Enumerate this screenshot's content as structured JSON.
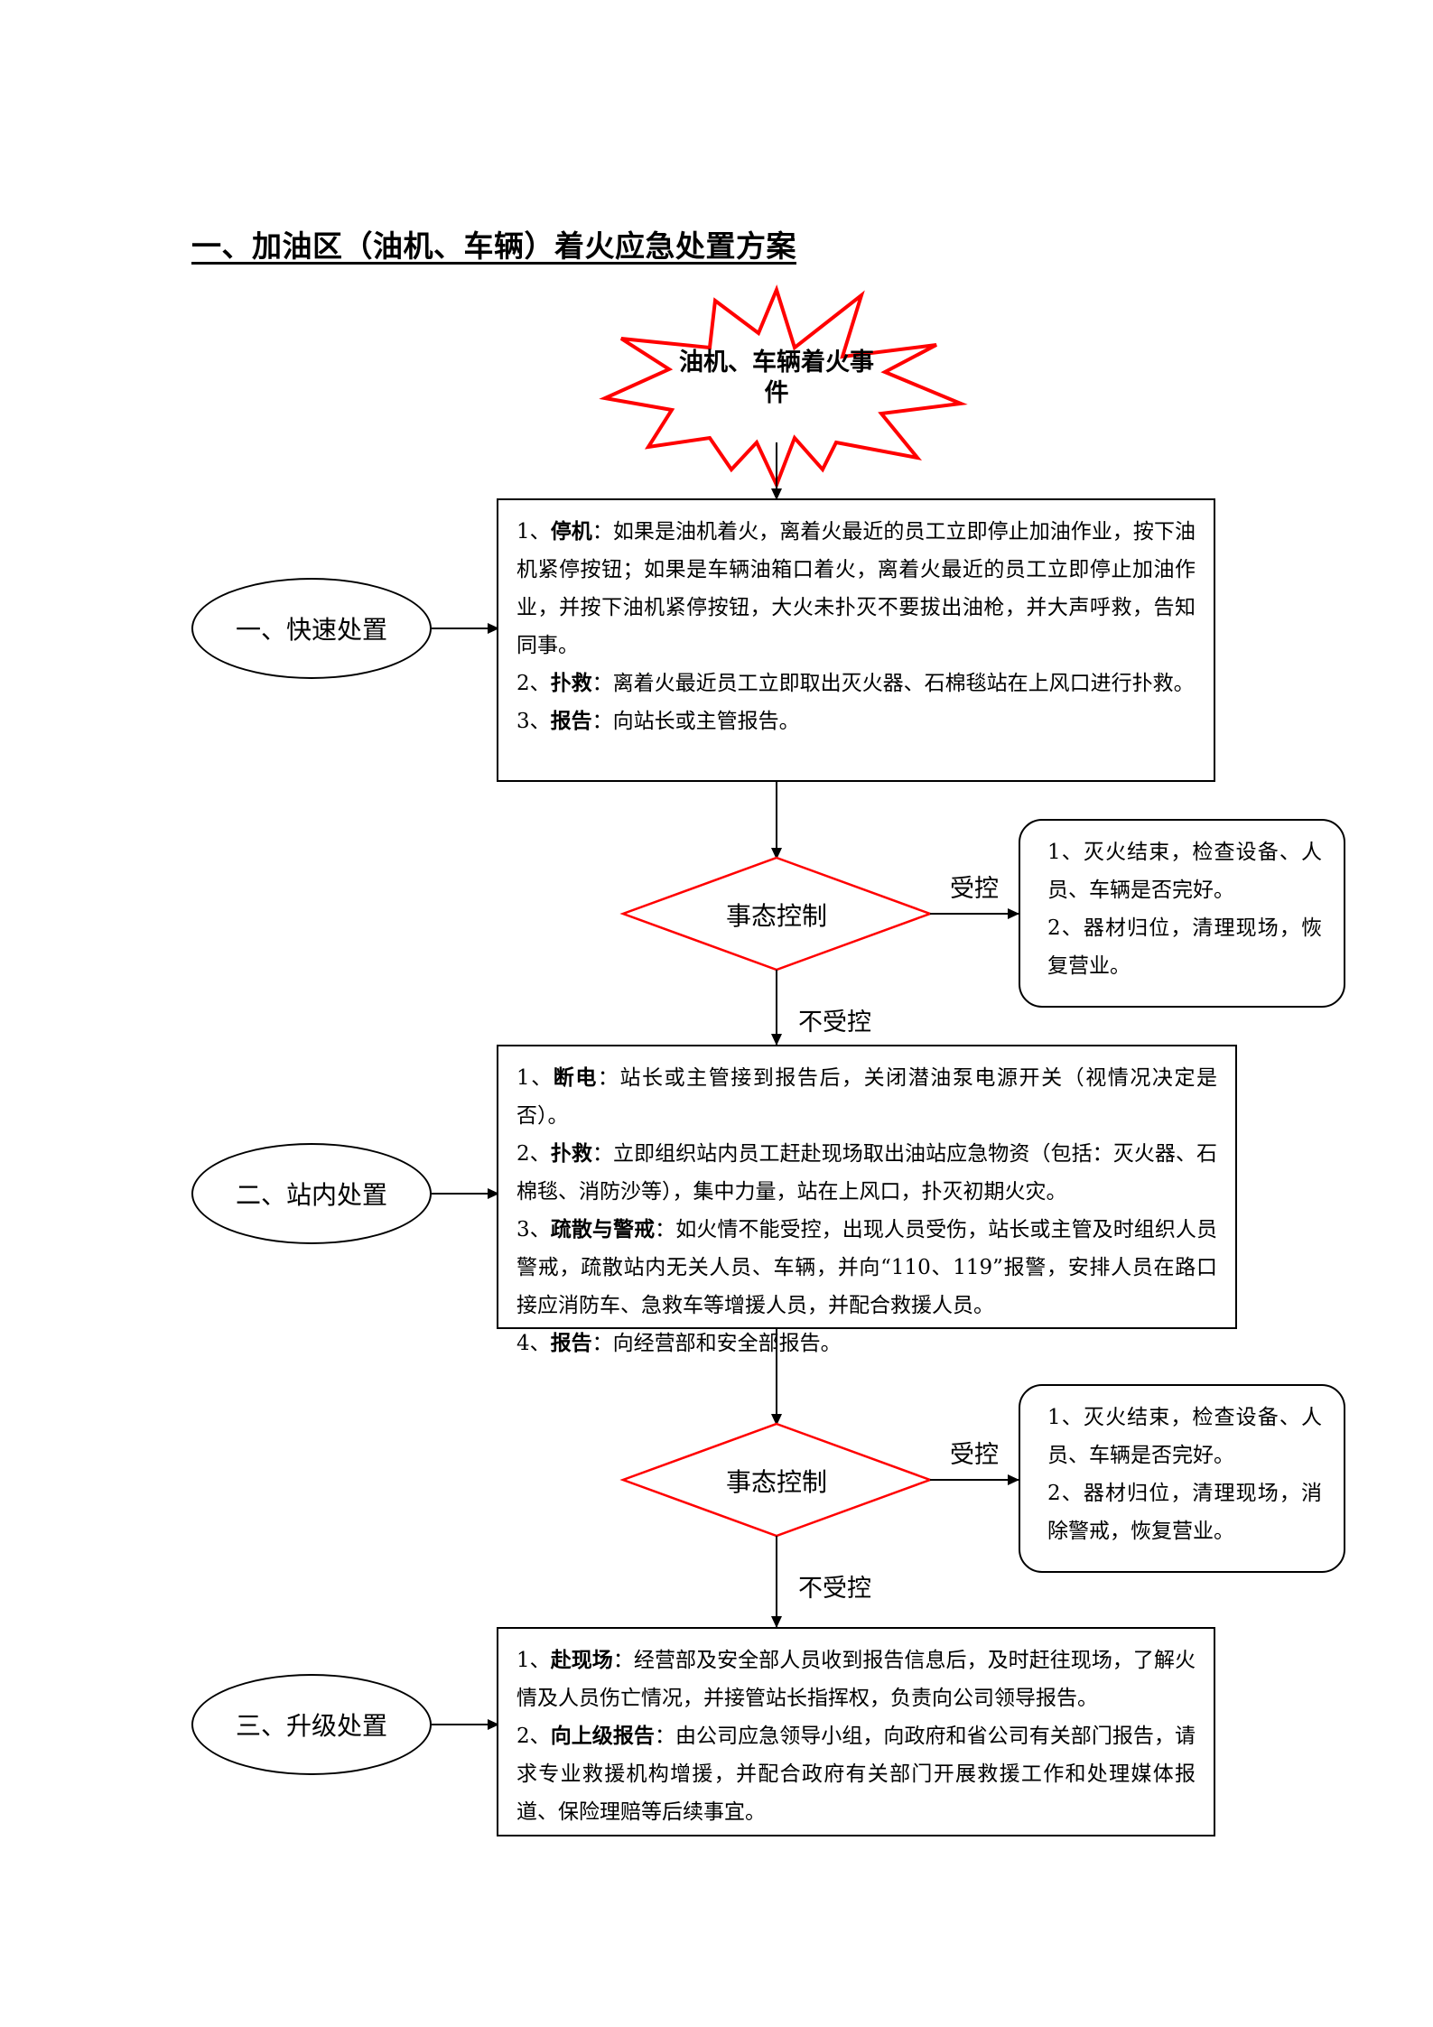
{
  "title": "一、加油区（油机、车辆）着火应急处置方案",
  "start_event": "油机、车辆着火事件",
  "colors": {
    "start_outline": "#ff0000",
    "diamond_outline": "#ff0000",
    "lines": "#000000"
  },
  "stage1": {
    "oval": "一、快速处置",
    "items": [
      {
        "num": "1、",
        "head": "停机",
        "sep": "：",
        "text": "如果是油机着火，离着火最近的员工立即停止加油作业，按下油机紧停按钮；如果是车辆油箱口着火，离着火最近的员工立即停止加油作业，并按下油机紧停按钮，大火未扑灭不要拔出油枪，并大声呼救，告知同事。"
      },
      {
        "num": "2、",
        "head": "扑救",
        "sep": "：",
        "text": "离着火最近员工立即取出灭火器、石棉毯站在上风口进行扑救。"
      },
      {
        "num": "3、",
        "head": "报告",
        "sep": "：",
        "text": "向站长或主管报告。"
      }
    ]
  },
  "decision1": {
    "label": "事态控制",
    "yes": "受控",
    "no": "不受控",
    "result_items": [
      "1、灭火结束，检查设备、人员、车辆是否完好。",
      "2、器材归位，清理现场，恢复营业。"
    ]
  },
  "stage2": {
    "oval": "二、站内处置",
    "items": [
      {
        "num": "1、",
        "head": "断电",
        "sep": "：",
        "text": "站长或主管接到报告后，关闭潜油泵电源开关（视情况决定是否）。"
      },
      {
        "num": "2、",
        "head": "扑救",
        "sep": "：",
        "text": "立即组织站内员工赶赴现场取出油站应急物资（包括：灭火器、石棉毯、消防沙等），集中力量，站在上风口，扑灭初期火灾。"
      },
      {
        "num": "3、",
        "head": "疏散与警戒",
        "sep": "：",
        "text": "如火情不能受控，出现人员受伤，站长或主管及时组织人员警戒，疏散站内无关人员、车辆，并向“110、119”报警，安排人员在路口接应消防车、急救车等增援人员，并配合救援人员。"
      },
      {
        "num": "4、",
        "head": "报告",
        "sep": "：",
        "text": "向经营部和安全部报告。"
      }
    ]
  },
  "decision2": {
    "label": "事态控制",
    "yes": "受控",
    "no": "不受控",
    "result_items": [
      "1、灭火结束，检查设备、人员、车辆是否完好。",
      "2、器材归位，清理现场，消除警戒，恢复营业。"
    ]
  },
  "stage3": {
    "oval": "三、升级处置",
    "items": [
      {
        "num": "1、",
        "head": "赴现场",
        "sep": "：",
        "text": "经营部及安全部人员收到报告信息后，及时赶往现场，了解火情及人员伤亡情况，并接管站长指挥权，负责向公司领导报告。"
      },
      {
        "num": "2、",
        "head": "向上级报告",
        "sep": "：",
        "text": "由公司应急领导小组，向政府和省公司有关部门报告，请求专业救援机构增援，并配合政府有关部门开展救援工作和处理媒体报道、保险理赔等后续事宜。"
      }
    ]
  }
}
